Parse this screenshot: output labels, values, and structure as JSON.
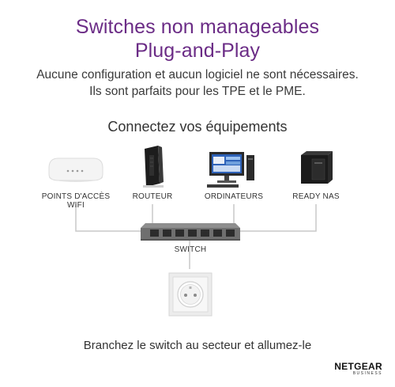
{
  "header": {
    "title_line1": "Switches non manageables",
    "title_line2": "Plug-and-Play",
    "subtitle_line1": "Aucune configuration et aucun logiciel ne sont nécessaires.",
    "subtitle_line2": "Ils sont parfaits pour les TPE et le PME."
  },
  "diagram": {
    "heading": "Connectez vos équipements",
    "devices": [
      {
        "label": "POINTS D'ACCÈS WIFI",
        "icon": "wifi-access-point-icon"
      },
      {
        "label": "ROUTEUR",
        "icon": "router-icon"
      },
      {
        "label": "ORDINATEURS",
        "icon": "computer-icon"
      },
      {
        "label": "READY NAS",
        "icon": "nas-icon"
      }
    ],
    "switch_label": "SWITCH",
    "switch_icon": "network-switch-icon",
    "outlet_icon": "power-outlet-icon",
    "line_color": "#c8c8c8"
  },
  "footer": {
    "instruction": "Branchez le switch au secteur et allumez-le"
  },
  "brand": {
    "name": "NETGEAR",
    "tagline": "BUSINESS"
  }
}
